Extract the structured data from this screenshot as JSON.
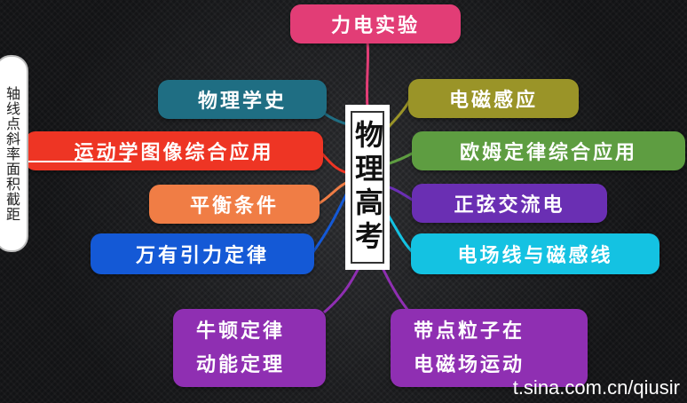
{
  "center": {
    "title": "物理高考"
  },
  "side_label": "轴线点斜率面积截距",
  "watermark": "t.sina.com.cn/qiusir",
  "nodes": {
    "top": {
      "label": "力电实验",
      "color": "#e23d76"
    },
    "left": [
      {
        "label": "物理学史",
        "color": "#1f6e83"
      },
      {
        "label": "运动学图像综合应用",
        "color": "#ee3524"
      },
      {
        "label": "平衡条件",
        "color": "#f07d45"
      },
      {
        "label": "万有引力定律",
        "color": "#1459d6"
      }
    ],
    "right": [
      {
        "label": "电磁感应",
        "color": "#9a9428"
      },
      {
        "label": "欧姆定律综合应用",
        "color": "#5e9d41"
      },
      {
        "label": "正弦交流电",
        "color": "#6a2fb3"
      },
      {
        "label": "电场线与磁感线",
        "color": "#14c2e2"
      }
    ],
    "bottom_left": {
      "line1": "牛顿定律",
      "line2": "动能定理",
      "color": "#8f2fb2"
    },
    "bottom_right": {
      "line1": "带点粒子在",
      "line2": "电磁场运动",
      "color": "#8f2fb2"
    }
  }
}
